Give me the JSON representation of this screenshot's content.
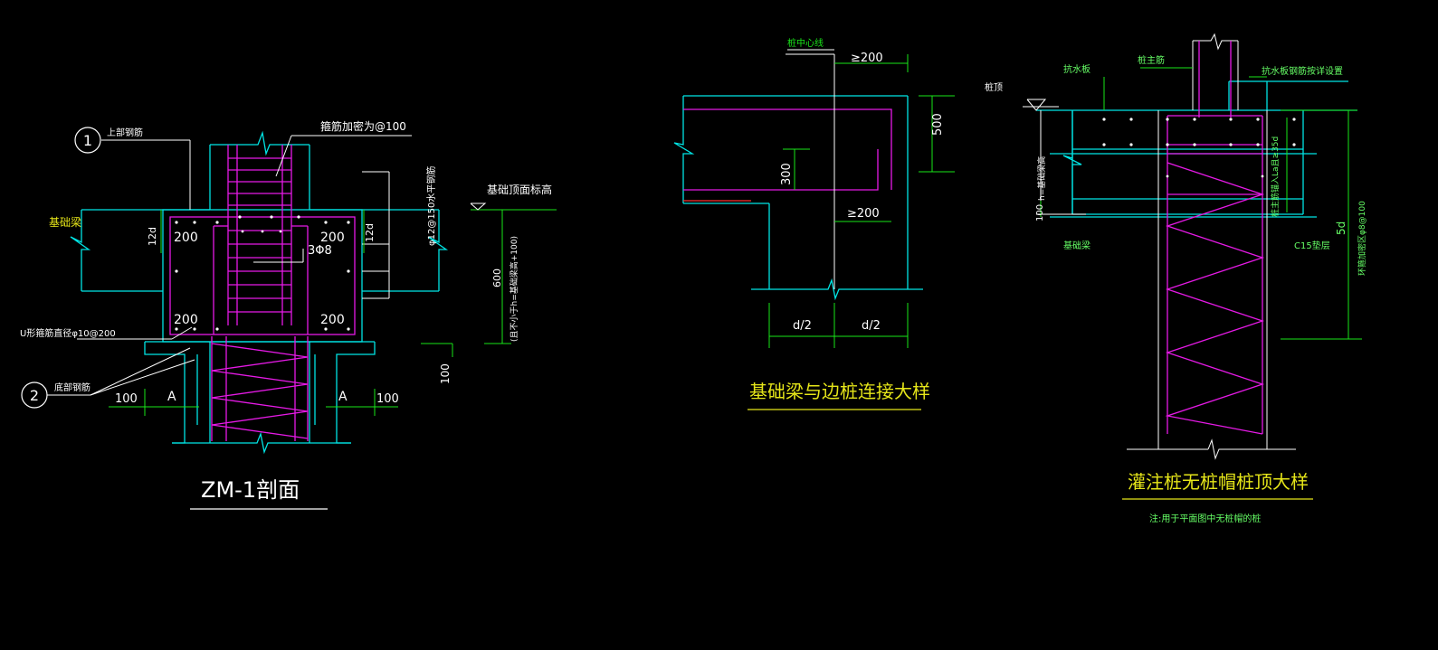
{
  "colors": {
    "background": "#000000",
    "cyan": "#00e5e5",
    "magenta": "#e61ae6",
    "white": "#ffffff",
    "green": "#19e619",
    "yellow": "#e6e619",
    "lightgreen": "#66ff66"
  },
  "zm1": {
    "title": "ZM-1剖面",
    "callout1": "1",
    "callout1_label": "上部钢筋",
    "callout2": "2",
    "callout2_label": "底部钢筋",
    "stirrup_note": "箍筋加密为@100",
    "side_bar_note": "φ12@150水平钢筋",
    "beam_label": "基础梁",
    "top_level_label": "基础顶面标高",
    "u_stirrup_note": "U形箍筋直径φ10@200",
    "cover_tl": "200",
    "cover_tr": "200",
    "cover_bl": "200",
    "cover_br": "200",
    "left_12d": "12d",
    "right_12d": "12d",
    "bar_3phi8": "3Φ8",
    "dim_600": "600",
    "dim_600_note": "(且不小于h=基础梁高+100)",
    "dim_100_right": "100",
    "dim_100_a": "100",
    "dim_100_b": "100",
    "label_a_left": "A",
    "label_a_right": "A"
  },
  "beam_pile": {
    "title": "基础梁与边桩连接大样",
    "pile_center_label": "桩中心线",
    "ge200_top": "≥200",
    "ge200_bottom": "≥200",
    "dim_500": "500",
    "dim_300": "300",
    "d2_left": "d/2",
    "d2_right": "d/2"
  },
  "pile_top": {
    "title": "灌注桩无桩帽桩顶大样",
    "note": "注:用于平面图中无桩帽的桩",
    "waterproof_label": "抗水板",
    "pile_main_bar_label": "桩主筋",
    "waterproof_rebar_label": "抗水板钢筋按详设置",
    "pile_top_label": "桩顶",
    "h_note": "h=基础梁高",
    "dim_100": "100",
    "beam_label": "基础梁",
    "anchor_note": "桩主筋锚入La且≥35d",
    "c15_label": "C15垫层",
    "dim_5d": "5d",
    "spiral_note": "环箍加密区φ8@100"
  }
}
